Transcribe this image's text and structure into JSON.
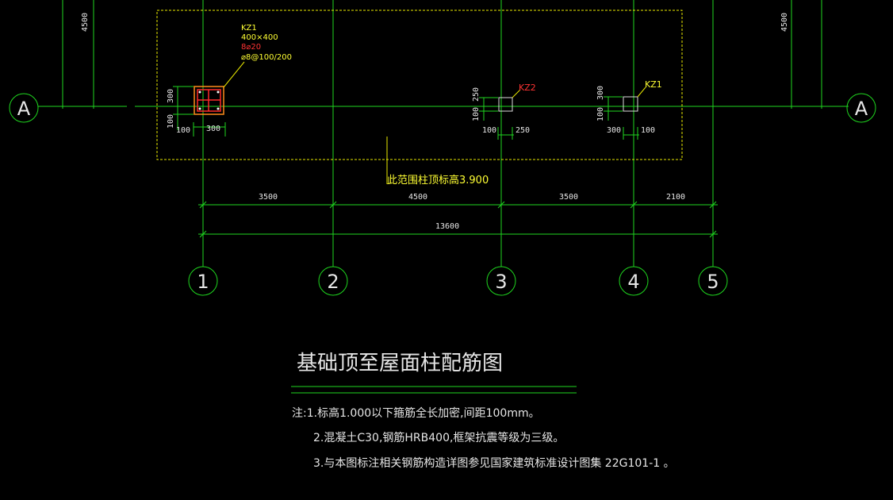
{
  "drawing": {
    "title": "基础顶至屋面柱配筋图",
    "notes": [
      "注:1.标高1.000以下箍筋全长加密,间距100mm。",
      "2.混凝土C30,钢筋HRB400,框架抗震等级为三级。",
      "3.与本图标注相关钢筋构造详图参见国家建筑标准设计图集 22G101-1 。"
    ],
    "axes_vertical": [
      "1",
      "2",
      "3",
      "4",
      "5"
    ],
    "axis_horizontal": "A",
    "top_dims": [
      "4500",
      "4500"
    ],
    "spans": [
      "3500",
      "4500",
      "3500",
      "2100"
    ],
    "total_span": "13600",
    "elevation_note": "此范围柱顶标高3.900",
    "columns": {
      "kz1_main": {
        "name": "KZ1",
        "size": "400×400",
        "bars": "8⌀20",
        "stirrup": "⌀8@100/200",
        "dim_h1": "300",
        "dim_h2": "100",
        "dim_w1": "100",
        "dim_w2": "300"
      },
      "kz2": {
        "name": "KZ2",
        "dim_h1": "250",
        "dim_h2": "100",
        "dim_w1": "100",
        "dim_w2": "250"
      },
      "kz1_right": {
        "name": "KZ1",
        "dim_h1": "300",
        "dim_h2": "100",
        "dim_w1": "300",
        "dim_w2": "100"
      }
    },
    "colors": {
      "axis": "#1fd61f",
      "column_outline": "#dcdcdc",
      "label_yellow": "#ffff33",
      "label_red": "#ff3333"
    }
  }
}
